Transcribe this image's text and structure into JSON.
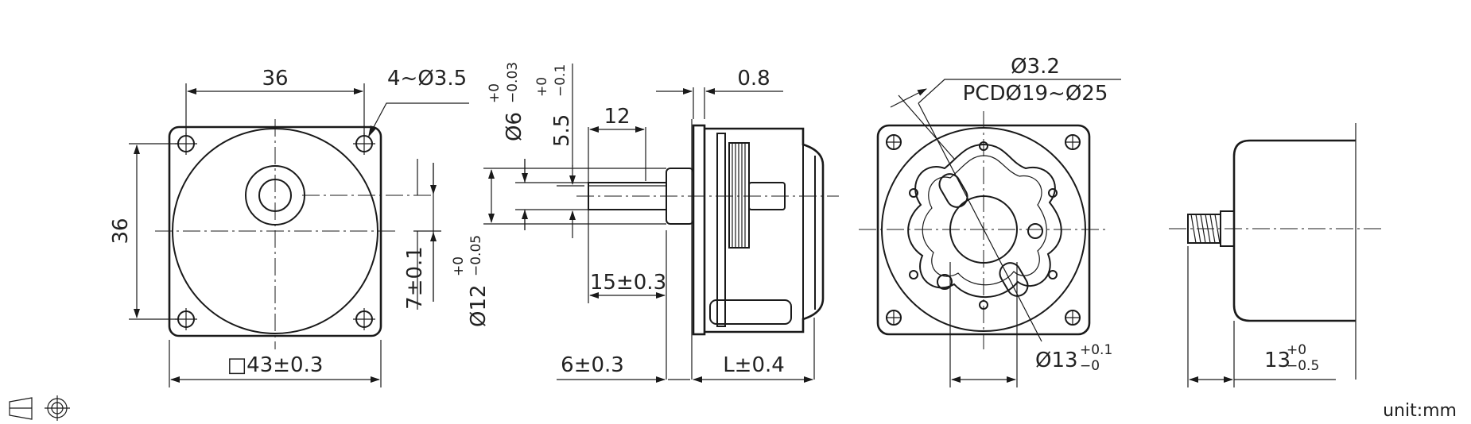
{
  "unit_label": "unit:mm",
  "front_view": {
    "width_dim": "36",
    "hole_note": "4~Ø3.5",
    "height_dim": "36",
    "square_dim": "□43±0.3",
    "offset_dim": "7±0.1",
    "boss_dia": "Ø12",
    "boss_tol_upper": "+0",
    "boss_tol_lower": "−0.05"
  },
  "side_view": {
    "shaft_dia": "Ø6",
    "shaft_tol_upper": "+0",
    "shaft_tol_lower": "−0.03",
    "flat_dim": "5.5",
    "flat_tol_upper": "+0",
    "flat_tol_lower": "−0.1",
    "shaft_length": "12",
    "plate_thickness": "0.8",
    "shaft_proj": "15±0.3",
    "boss_length": "6±0.3",
    "body_length": "L±0.4"
  },
  "rear_view": {
    "hole_dia": "Ø3.2",
    "pcd": "PCDØ19~Ø25",
    "center_dia": "Ø13",
    "center_tol_upper": "+0.1",
    "center_tol_lower": "−0"
  },
  "motor_view": {
    "length_dim": "13",
    "length_tol_upper": "+0",
    "length_tol_lower": "−0.5"
  }
}
